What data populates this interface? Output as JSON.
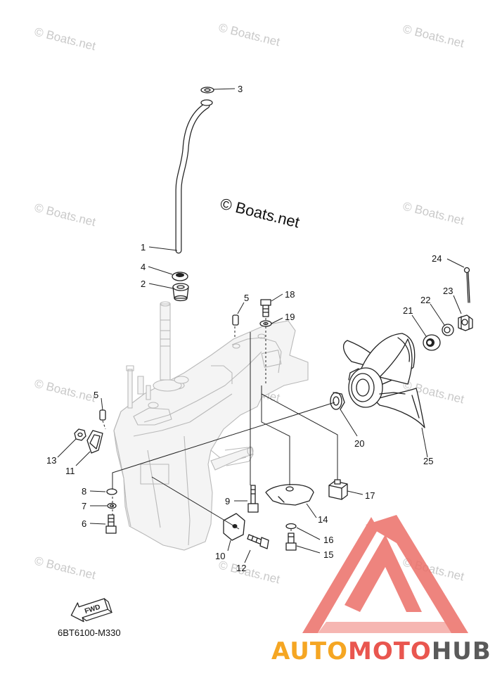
{
  "watermark": "© Boats.net",
  "diagram_code": "6BT6100-M330",
  "fwd_label": "FWD",
  "logo": {
    "part1": "AUTO",
    "part2": "MOTO",
    "part3": "HUB"
  },
  "callouts": {
    "c1": "1",
    "c2": "2",
    "c3": "3",
    "c4": "4",
    "c5a": "5",
    "c5b": "5",
    "c6": "6",
    "c7": "7",
    "c8": "8",
    "c9": "9",
    "c10": "10",
    "c11": "11",
    "c12": "12",
    "c13": "13",
    "c14": "14",
    "c15": "15",
    "c16": "16",
    "c17": "17",
    "c18": "18",
    "c19": "19",
    "c20": "20",
    "c21": "21",
    "c22": "22",
    "c23": "23",
    "c24": "24",
    "c25": "25"
  },
  "colors": {
    "logo_orange": "#f5a623",
    "logo_red": "#e9564f",
    "logo_dark": "#5a5a5a",
    "triangle": "#ec6f68"
  }
}
